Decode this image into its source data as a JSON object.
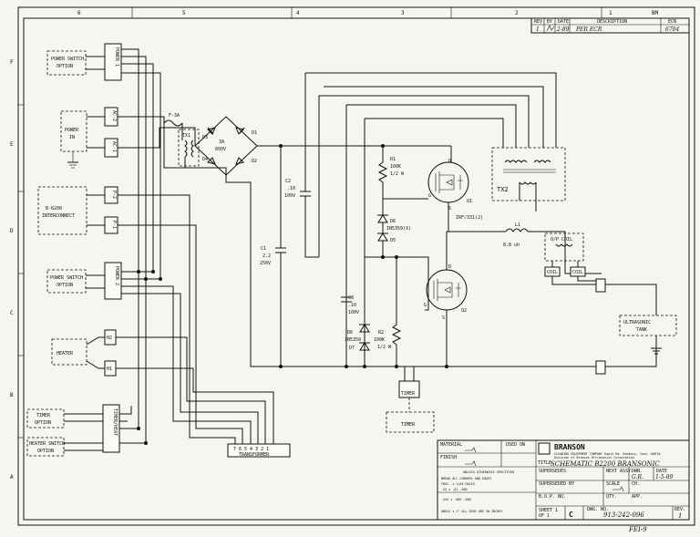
{
  "border": {
    "columns": [
      "6",
      "5",
      "4",
      "3",
      "2",
      "1"
    ],
    "rows": [
      "F",
      "E",
      "D",
      "C",
      "B",
      "A"
    ],
    "corner_code": "BM"
  },
  "revision": {
    "headers": [
      "REV",
      "BY",
      "DATE",
      "DESCRIPTION",
      "ECN"
    ],
    "row": [
      "1",
      "",
      "2-89",
      "PER ECR",
      "6704"
    ]
  },
  "options": {
    "power_switch_top": [
      "POWER SWITCH",
      "OPTION"
    ],
    "power_in": [
      "POWER",
      "IN"
    ],
    "interconnect": [
      "B-6200",
      "INTERCONNECT"
    ],
    "power_switch_mid": [
      "POWER SWITCH",
      "OPTION"
    ],
    "heater": "HEATER",
    "timer_option": [
      "TIMER",
      "OPTION"
    ],
    "heater_switch": [
      "HEATER SWITCH",
      "OPTION"
    ]
  },
  "connectors": {
    "power_1": "POWER 1",
    "ac2": "AC-2",
    "ac1": "AC-1",
    "p2": "P-2",
    "p1": "P-1",
    "power_2": "POWER 2",
    "h2": "H2",
    "h1": "H1",
    "timer_heat": "TIMER/HEAT",
    "timer_plug": "TIMER",
    "transformer": "TRANSFORMER",
    "transformer_pins": "7 6 5 4 3 2 1"
  },
  "components": {
    "fuse": "F-3A",
    "tx1": "TX1",
    "bridge": [
      "3A",
      "600V"
    ],
    "d1": "D1",
    "d2": "D2",
    "d3": "D3",
    "d4": "D4",
    "c2": [
      "C2",
      ".10",
      "100V"
    ],
    "c1": [
      "C1",
      "2.2",
      "250V"
    ],
    "r1": [
      "R1",
      "100K",
      "1/2 W"
    ],
    "d6_top": [
      "D6",
      "IN5359(X)"
    ],
    "d5": "D5",
    "q1": "Q1",
    "mosfet": "IRF/331(2)",
    "q2": "Q2",
    "c3": [
      "C3",
      ".10",
      "100V"
    ],
    "d6_bot": [
      "D6",
      "IN5359",
      "D7"
    ],
    "r2": [
      "R2",
      "100K",
      "1/2 W"
    ],
    "tx2": "TX2",
    "l1": [
      "L1",
      "8.8 uh"
    ],
    "op_coil": "O/P COIL",
    "coil": [
      "COIL",
      "COIL"
    ],
    "ultrasonic": [
      "ULTRASONIC",
      "TANK"
    ],
    "timer_bottom": "TIMER",
    "pin_labels": [
      "G",
      "S",
      "D",
      "G",
      "S",
      "D"
    ]
  },
  "title_block": {
    "material": "MATERIAL",
    "finish": "FINISH",
    "used_on": "USED ON",
    "company": "BRANSON",
    "company_sub": [
      "CLEANING EQUIPMENT COMPANY  Eagle Rd. Danbury, Conn. 06810",
      "Division of Branson Ultrasonics Corporation"
    ],
    "title_label": "TITLE",
    "title": "SCHEMATIC B2200 BRANSONIC",
    "supersedes": "SUPERSEDES",
    "next_assy": "NEXT ASSY.",
    "dwn": "DWN.",
    "date": "DATE",
    "dwn_by": "G.R.",
    "dwn_date": "1-5-89",
    "unless": "UNLESS OTHERWISE SPECIFIED",
    "tolerances": [
      "BREAK ALL CORNERS AND EDGES",
      "FRAC.   ± 1/64        HOLES",
      ".XX     ± .01     .000",
      ".XXX    ± .005    .000",
      "ANGLE   ± 1°    ALL DIMS ARE IN INCHES"
    ],
    "superseded_by": "SUPERSEDED BY",
    "scale": "SCALE",
    "bop_no": "B.O.P. NO.",
    "qty": "QTY.",
    "ch": "CH.",
    "app": "APP.",
    "sheet": "SHEET 1",
    "of": "OF 1",
    "size": "C",
    "dwg_no_label": "DWG. NO.",
    "dwg_no": "913-242-096",
    "rev_label": "REV.",
    "rev": "1",
    "fig": "FEI-9"
  }
}
